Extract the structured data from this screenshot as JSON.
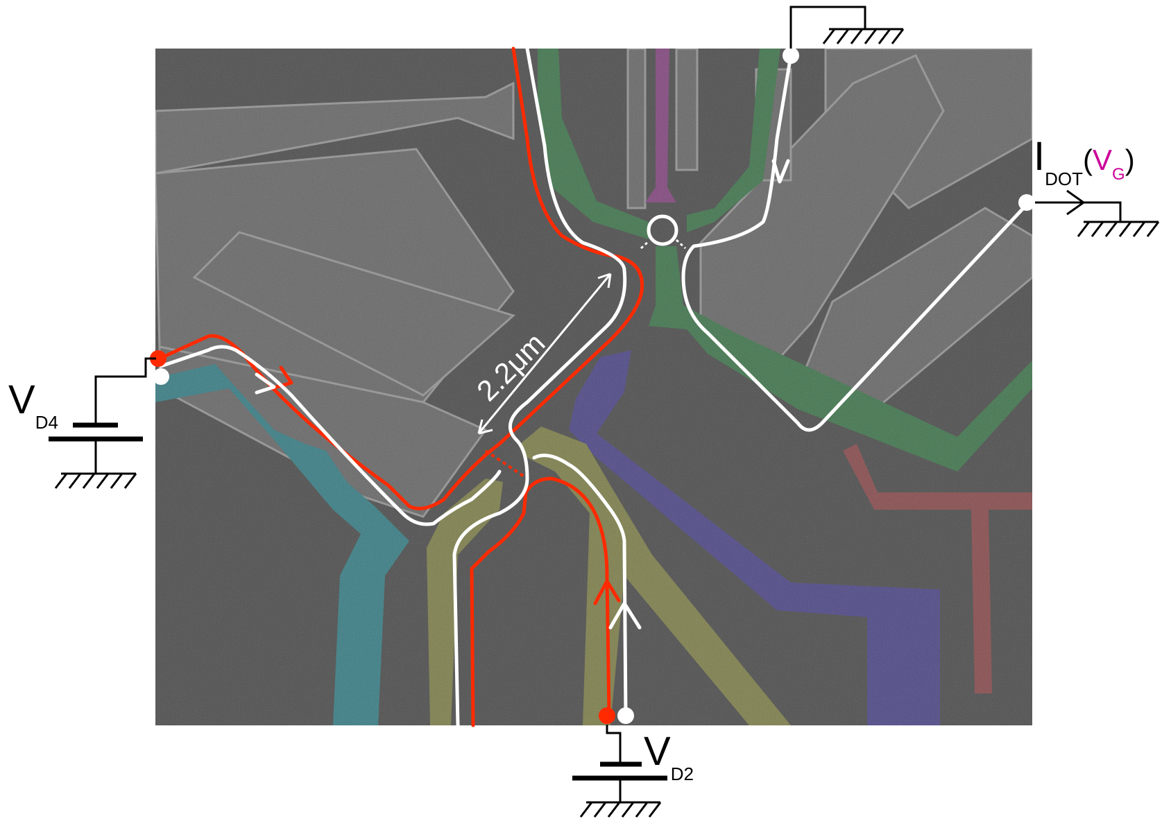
{
  "labels": {
    "vd4": {
      "main": "V",
      "sub": "D4"
    },
    "vd2": {
      "main": "V",
      "sub": "D2"
    },
    "idot": {
      "main": "I",
      "sub": "DOT",
      "open": "(",
      "gate": "V",
      "gate_sub": "G",
      "close": ")"
    },
    "scale": "2.2μm"
  },
  "colors": {
    "background": "#ffffff",
    "micrograph": "#5a5a5a",
    "metal_gate": "#7e7e7e",
    "green_gate": "#4a8f5a",
    "magenta_gate": "#a0529a",
    "cyan_gate": "#3f9aa3",
    "purple_gate": "#5a53a6",
    "yellow_gate": "#9a9c57",
    "red_gate": "#a8585a",
    "path_red": "#ff2a00",
    "path_white": "#ffffff",
    "circuit": "#000000",
    "gate_label": "#cc0099"
  },
  "icons": [
    "ground-symbol",
    "battery-symbol",
    "arrow-head",
    "contact-dot",
    "quantum-dot-ring"
  ]
}
